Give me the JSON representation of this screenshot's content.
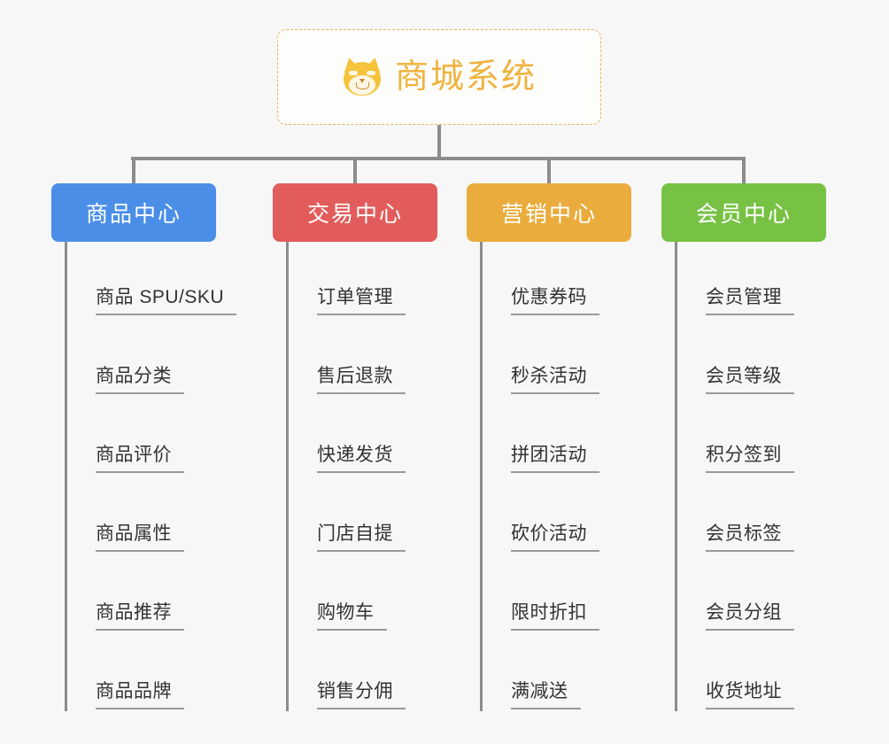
{
  "root": {
    "title": "商城系统",
    "icon": "shiba-dog-face-icon",
    "border_color": "#e8b45a",
    "text_color": "#efb33f"
  },
  "connector_color": "#8c8c8c",
  "background_color": "#f7f7f7",
  "branches": [
    {
      "title": "商品中心",
      "color": "#4a8ee8",
      "items": [
        "商品 SPU/SKU",
        "商品分类",
        "商品评价",
        "商品属性",
        "商品推荐",
        "商品品牌"
      ]
    },
    {
      "title": "交易中心",
      "color": "#e35c5c",
      "items": [
        "订单管理",
        "售后退款",
        "快递发货",
        "门店自提",
        "购物车",
        "销售分佣"
      ]
    },
    {
      "title": "营销中心",
      "color": "#eaac3c",
      "items": [
        "优惠券码",
        "秒杀活动",
        "拼团活动",
        "砍价活动",
        "限时折扣",
        "满减送"
      ]
    },
    {
      "title": "会员中心",
      "color": "#77c244",
      "items": [
        "会员管理",
        "会员等级",
        "积分签到",
        "会员标签",
        "会员分组",
        "收货地址"
      ]
    }
  ]
}
